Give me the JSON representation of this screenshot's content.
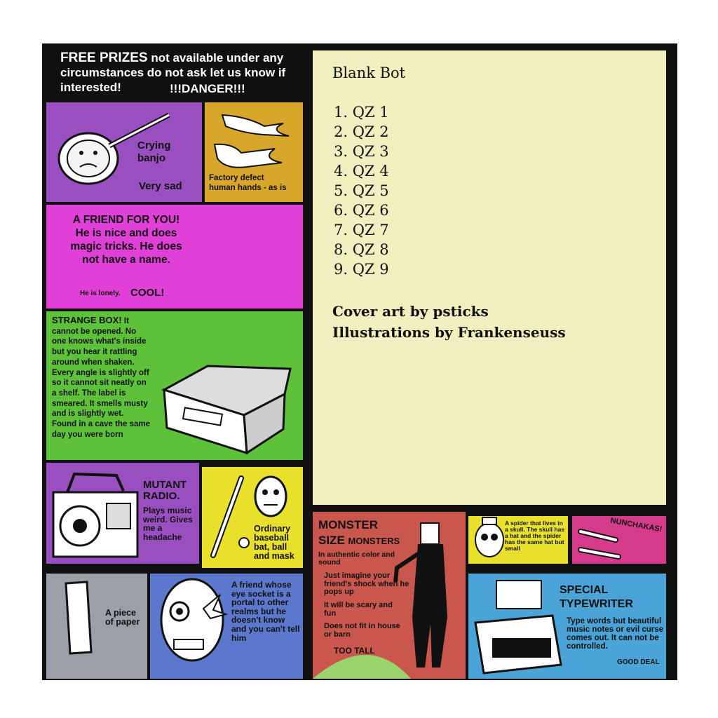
{
  "banner": {
    "free_prizes": "FREE PRIZES",
    "line_rest": "not available under any circumstances do not ask let us know if interested!",
    "danger": "!!!DANGER!!!"
  },
  "album": {
    "title": "Blank Bot",
    "tracks": [
      "1. QZ 1",
      "2. QZ 2",
      "3. QZ 3",
      "4. QZ 4",
      "5. QZ 5",
      "6. QZ 6",
      "7. QZ 7",
      "8. QZ 8",
      "9. QZ 9"
    ],
    "credit_cover": "Cover art by psticks",
    "credit_illustrations": "Illustrations by Frankenseuss"
  },
  "panels": {
    "banjo": {
      "line1": "Crying",
      "line2": "banjo",
      "line3": "Very sad"
    },
    "hands": {
      "line1": "Factory defect",
      "line2": "human hands - as is"
    },
    "friend": {
      "text": "A FRIEND FOR YOU! He is nice and does magic tricks. He does not have a name.",
      "lonely": "He is lonely.",
      "cool": "COOL!"
    },
    "box": {
      "title": "STRANGE BOX!",
      "text": "It cannot be opened. No one knows what's inside but you hear it rattling around when shaken. Every angle is slightly off so it cannot sit neatly on a shelf. The label is smeared. It smells musty and is slightly wet. Found in a cave the same day you were born"
    },
    "radio": {
      "title": "MUTANT RADIO.",
      "text": "Plays music weird. Gives me a headache"
    },
    "bat": {
      "text": "Ordinary baseball bat, ball and mask"
    },
    "paper": {
      "text": "A piece of paper"
    },
    "eye": {
      "text": "A friend whose eye socket is a portal to other realms but he doesn't know and you can't tell him"
    },
    "monster": {
      "title1": "MONSTER",
      "title2": "SIZE",
      "title3": "MONSTERS",
      "line1": "In authentic color and sound",
      "line2": "Just imagine your friend's shock when he pops up",
      "line3": "It will be scary and fun",
      "line4": "Does not fit in house or barn",
      "tall": "TOO TALL"
    },
    "spider": {
      "text": "A spider that lives in a skull. The skull has a hat and the spider has the same hat but small"
    },
    "nunchaku": {
      "text": "NUNCHAKAS!"
    },
    "typewriter": {
      "title1": "SPECIAL",
      "title2": "TYPEWRITER",
      "text": "Type words but beautiful music notes or evil curse comes out. It can not be controlled.",
      "deal": "GOOD DEAL"
    }
  },
  "colors": {
    "border": "#111111",
    "tracklist_bg": "#f1efbf",
    "purple": "#9a4fc0",
    "mustard": "#d7a62a",
    "magenta": "#e03fd8",
    "green": "#5dc23a",
    "yellow": "#e8e02a",
    "grey": "#9a9fa8",
    "blue": "#5b78cc",
    "brick": "#c9574d",
    "pink": "#d63b8b",
    "sky": "#4aa4d8"
  }
}
